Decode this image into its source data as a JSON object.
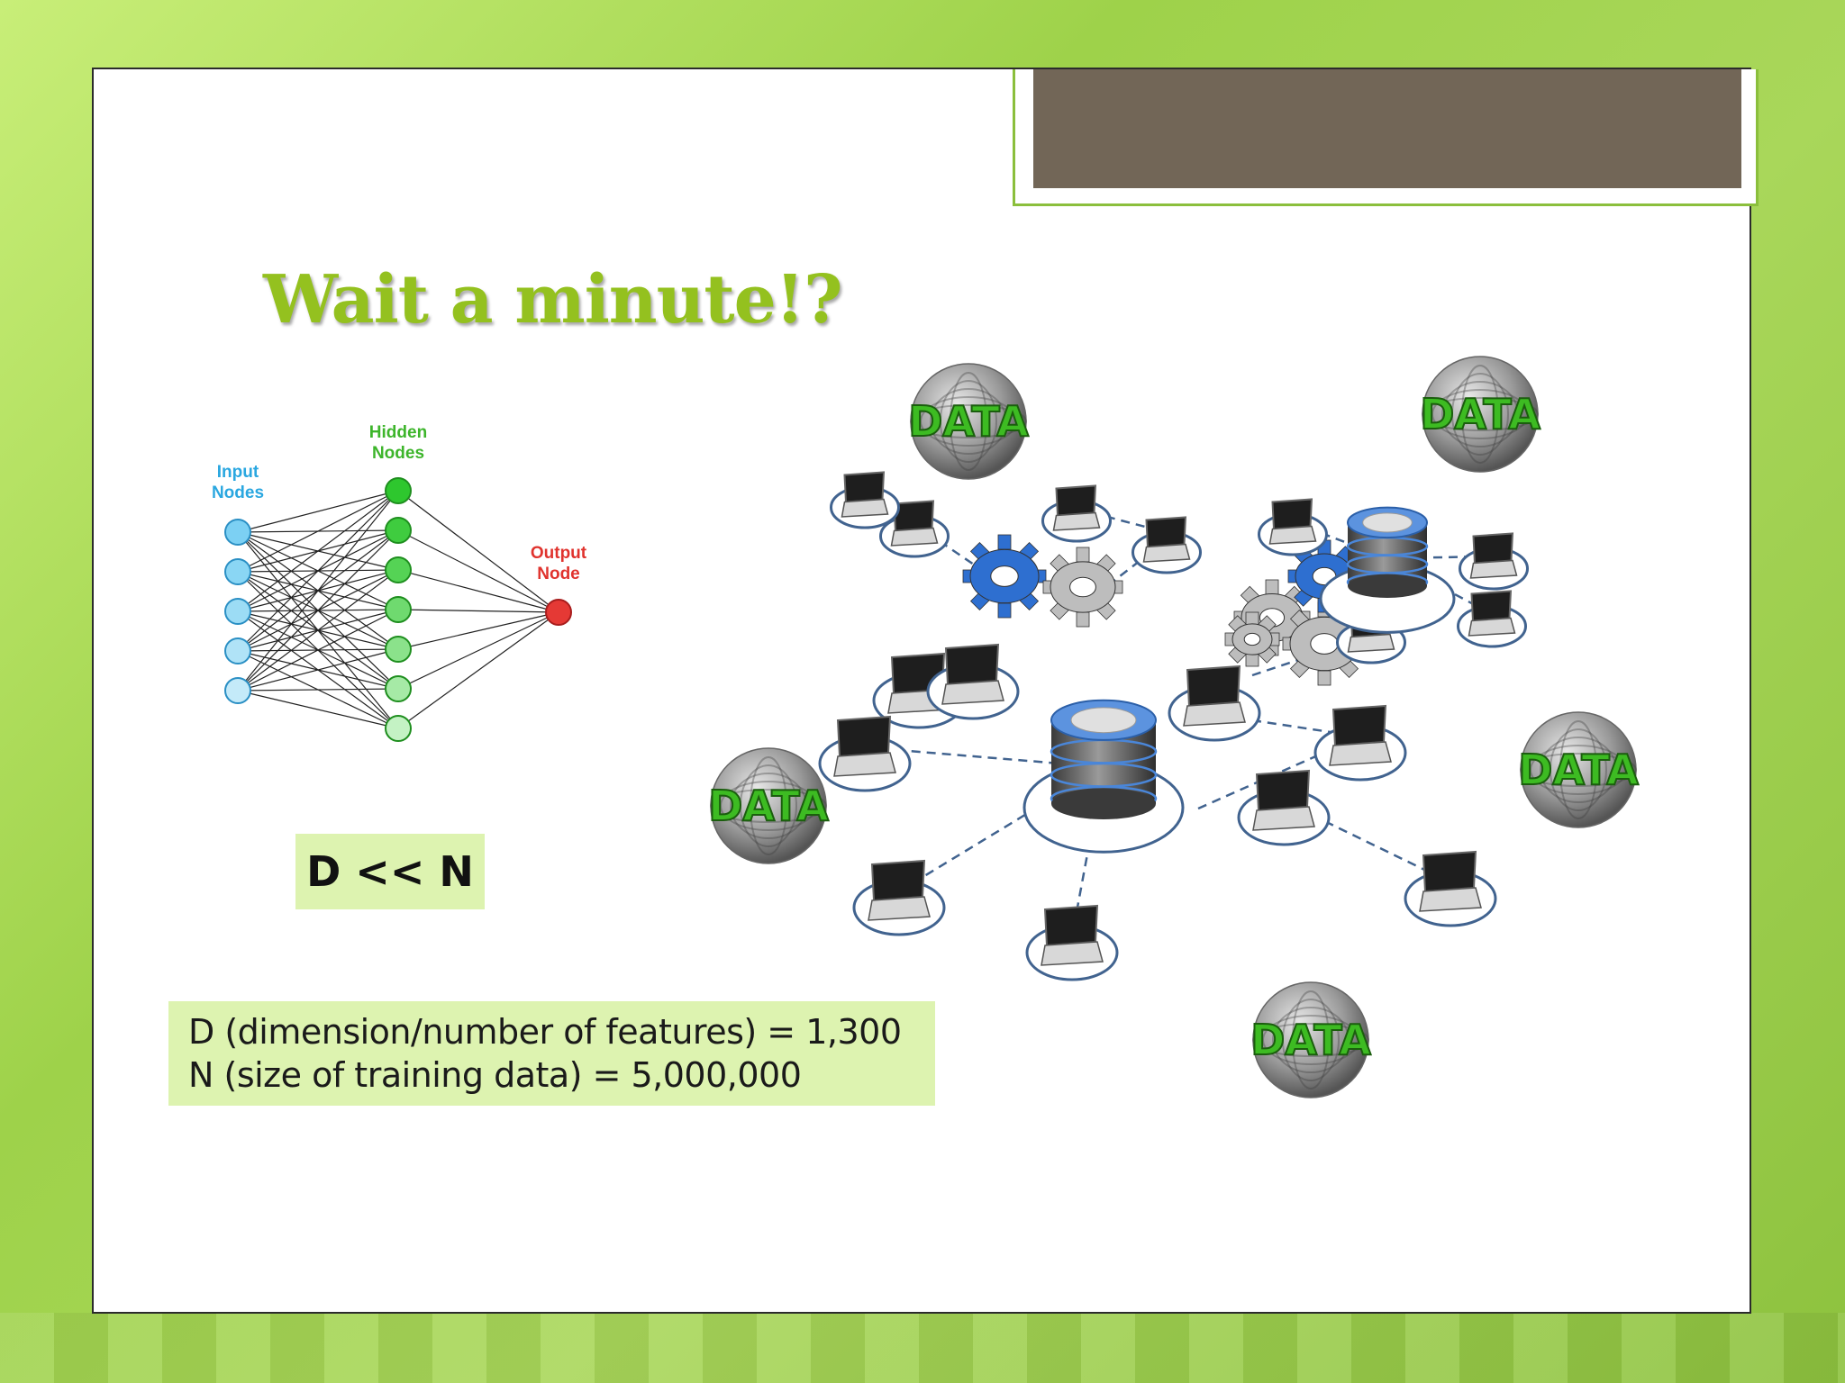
{
  "slide": {
    "title": "Wait a minute!?",
    "comparison": "D << N",
    "definitions": [
      "D (dimension/number of features) = 1,300",
      "N (size of training data) = 5,000,000"
    ]
  },
  "neural_network_diagram": {
    "input_label": [
      "Input",
      "Nodes"
    ],
    "hidden_label": [
      "Hidden",
      "Nodes"
    ],
    "output_label": [
      "Output",
      "Node"
    ],
    "input_node_count": 5,
    "hidden_node_count": 7,
    "output_node_count": 1,
    "colors": {
      "input": "#5fc0ea",
      "hidden": "#2fc02f",
      "output": "#e53935",
      "input_label": "#2aa7e0",
      "hidden_label": "#3db52b",
      "output_label": "#e0332e"
    }
  },
  "network_illustration": {
    "data_sphere_label": "DATA",
    "data_sphere_count": 5,
    "database_count": 2,
    "laptop_count": 17,
    "gear_count": 6
  },
  "colors": {
    "title": "#94c11f",
    "highlight_box": "#ddf3b0",
    "title_tab": "#726657",
    "background": "#a9d75a"
  }
}
